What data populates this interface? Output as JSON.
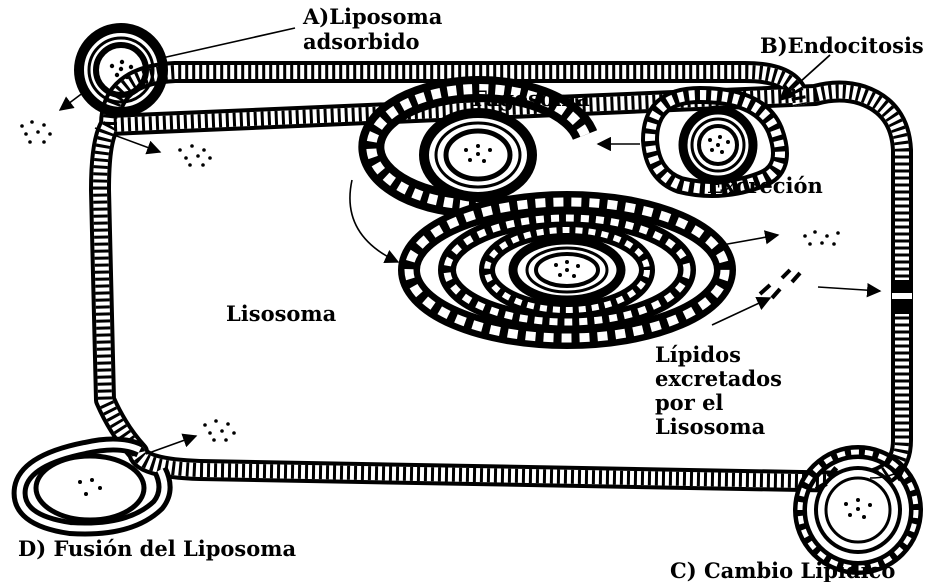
{
  "labels": {
    "liposoma_a_line1": "A)Liposoma",
    "liposoma_a_line2": "adsorbido",
    "endocitosis_b": "B)Endocitosis",
    "fagosoma": "Fagosoma",
    "excrecion": "Excreción",
    "lisosoma": "Lisosoma",
    "lipidos_line1": "Lípidos",
    "lipidos_line2": "excretados",
    "lipidos_line3": "por el",
    "lipidos_line4": "Lisosoma",
    "fusion_d": "D) Fusión del Liposoma",
    "cambio_c": "C)  Cambio Lipídico"
  },
  "colors": {
    "ink": "#000000",
    "paper": "#ffffff"
  }
}
